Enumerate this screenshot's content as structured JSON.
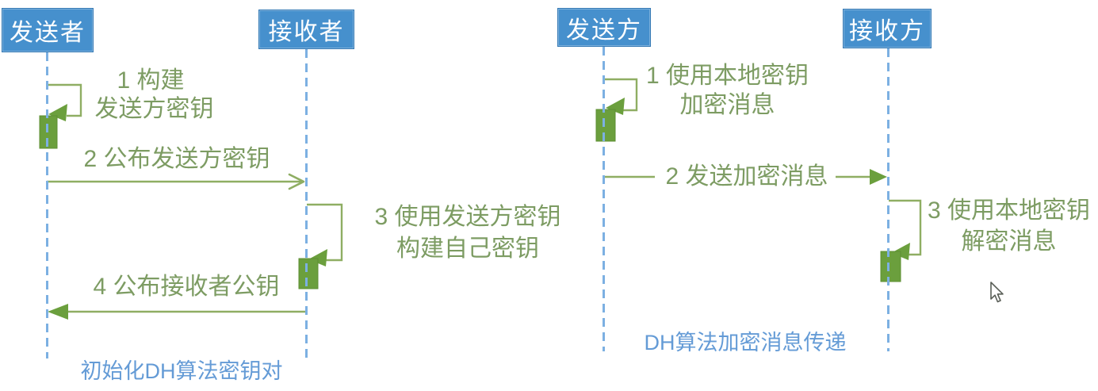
{
  "colors": {
    "actor_fill": "#4690cd",
    "actor_border": "#3579b4",
    "actor_text": "#ffffff",
    "lifeline": "#7cb0e2",
    "message_line": "#8fae63",
    "message_solid": "#6b9f3d",
    "message_text": "#7d9c63",
    "caption_text": "#649bd6",
    "page_bg": "#ffffff"
  },
  "left_diagram": {
    "actors": [
      {
        "label": "发送者"
      },
      {
        "label": "接收者"
      }
    ],
    "steps": [
      {
        "label_line1": "1 构建",
        "label_line2": "发送方密钥",
        "type": "self-message"
      },
      {
        "label": "2 公布发送方密钥",
        "type": "message-right"
      },
      {
        "label_line1": "3 使用发送方密钥",
        "label_line2": "构建自己密钥",
        "type": "self-message"
      },
      {
        "label": "4 公布接收者公钥",
        "type": "message-left"
      }
    ],
    "caption": "初始化DH算法密钥对"
  },
  "right_diagram": {
    "actors": [
      {
        "label": "发送方"
      },
      {
        "label": "接收方"
      }
    ],
    "steps": [
      {
        "label_line1": "1 使用本地密钥",
        "label_line2": "加密消息",
        "type": "self-message"
      },
      {
        "label": "2 发送加密消息",
        "type": "message-right"
      },
      {
        "label_line1": "3 使用本地密钥",
        "label_line2": "解密消息",
        "type": "self-message"
      }
    ],
    "caption": "DH算法加密消息传递"
  }
}
